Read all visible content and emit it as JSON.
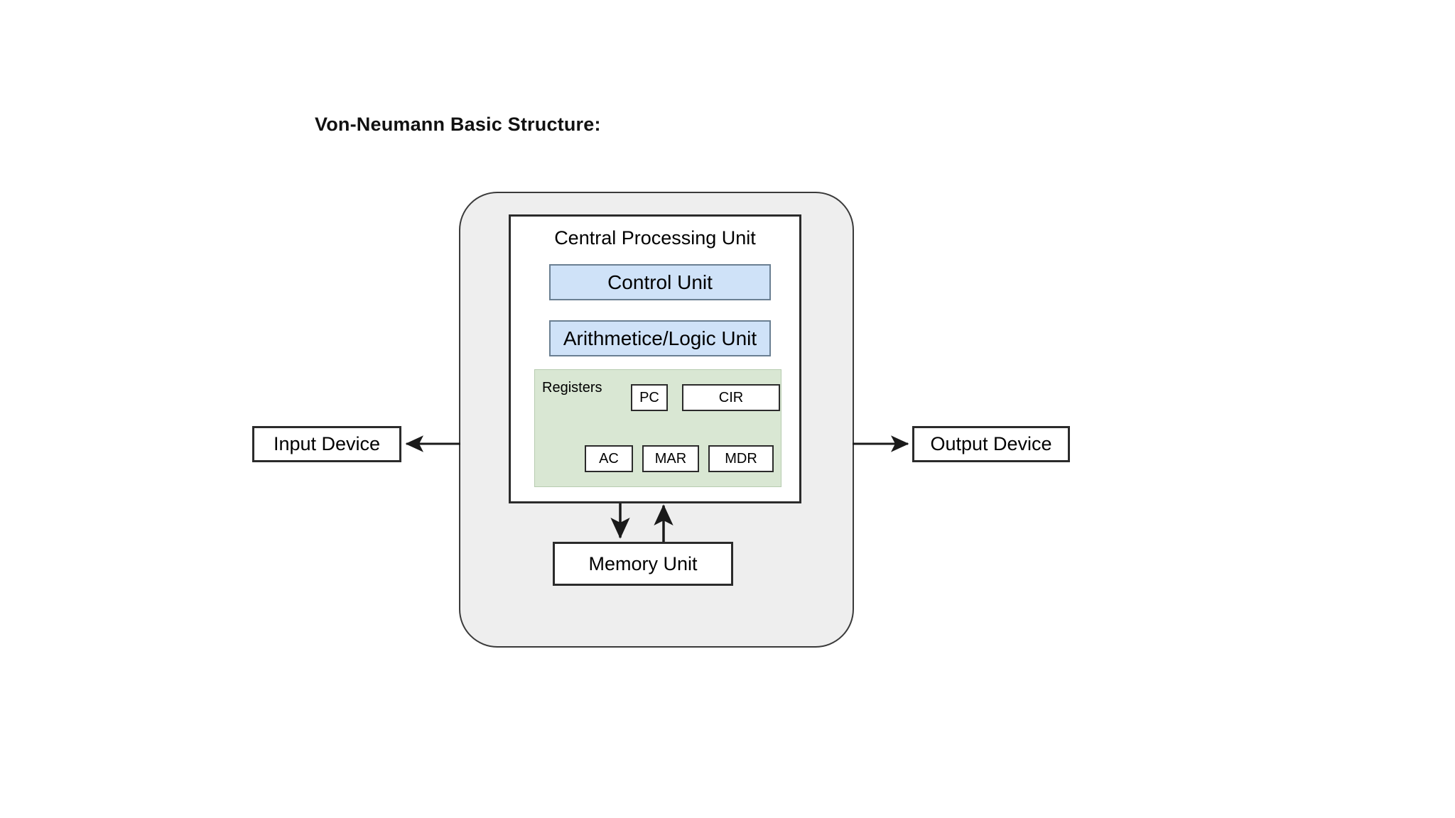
{
  "page": {
    "title": "Von-Neumann Basic Structure:",
    "background_color": "#ffffff"
  },
  "colors": {
    "unit_fill": "#cfe2f8",
    "unit_border": "#6a7f92",
    "registers_fill": "#d9e7d3",
    "registers_border": "#b7ccb0",
    "container_fill": "#eeeeee",
    "box_border": "#2b2b2b",
    "box_fill": "#ffffff",
    "arrow": "#1a1a1a"
  },
  "diagram": {
    "cpu": {
      "title": "Central Processing Unit",
      "units": [
        {
          "label": "Control Unit"
        },
        {
          "label": "Arithmetice/Logic Unit"
        }
      ],
      "registers": {
        "label": "Registers",
        "top_row": [
          {
            "label": "PC"
          },
          {
            "label": "CIR"
          }
        ],
        "bottom_row": [
          {
            "label": "AC"
          },
          {
            "label": "MAR"
          },
          {
            "label": "MDR"
          }
        ]
      }
    },
    "memory": {
      "label": "Memory Unit"
    },
    "io": {
      "input": {
        "label": "Input Device"
      },
      "output": {
        "label": "Output Device"
      }
    },
    "connections": [
      {
        "name": "cpu-to-input",
        "from": "system-container",
        "to": "input-device",
        "direction": "left"
      },
      {
        "name": "cpu-to-output",
        "from": "system-container",
        "to": "output-device",
        "direction": "right"
      },
      {
        "name": "cpu-to-memory",
        "from": "cpu-box",
        "to": "memory-unit",
        "direction": "down"
      },
      {
        "name": "memory-to-cpu",
        "from": "memory-unit",
        "to": "cpu-box",
        "direction": "up"
      }
    ]
  }
}
